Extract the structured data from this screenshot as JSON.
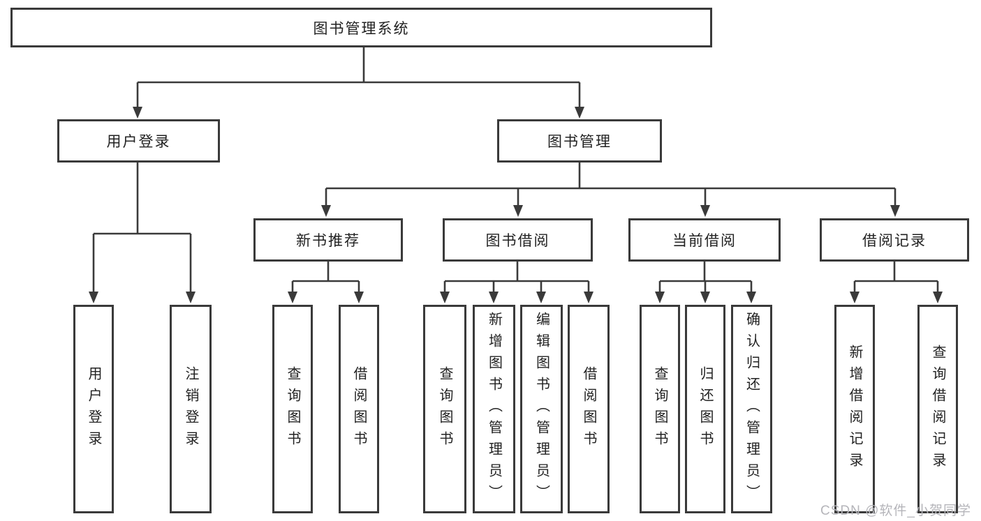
{
  "diagram_title": "图书管理系统",
  "tree": {
    "root": {
      "label": "图书管理系统"
    },
    "user_branch": {
      "label": "用户登录",
      "leaves": [
        {
          "label": "用户登录"
        },
        {
          "label": "注销登录"
        }
      ]
    },
    "book_branch": {
      "label": "图书管理",
      "children": [
        {
          "label": "新书推荐",
          "leaves": [
            {
              "label": "查询图书"
            },
            {
              "label": "借阅图书"
            }
          ]
        },
        {
          "label": "图书借阅",
          "leaves": [
            {
              "label": "查询图书"
            },
            {
              "label": "新增图书（管理员）"
            },
            {
              "label": "编辑图书（管理员）"
            },
            {
              "label": "借阅图书"
            }
          ]
        },
        {
          "label": "当前借阅",
          "leaves": [
            {
              "label": "查询图书"
            },
            {
              "label": "归还图书"
            },
            {
              "label": "确认归还（管理员）"
            }
          ]
        },
        {
          "label": "借阅记录",
          "leaves": [
            {
              "label": "新增借阅记录"
            },
            {
              "label": "查询借阅记录"
            }
          ]
        }
      ]
    }
  },
  "watermark": {
    "text": "CSDN @软件_小贺同学"
  },
  "colors": {
    "line": "#3a3a3a",
    "text": "#222222",
    "watermark": "#b5b5ba",
    "background": "#ffffff"
  }
}
